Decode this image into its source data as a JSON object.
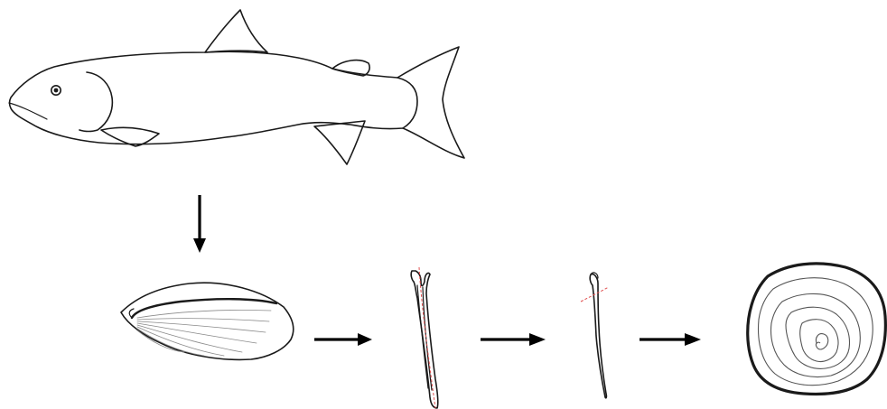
{
  "diagram": {
    "type": "process-flow",
    "steps": [
      "fish",
      "pectoral-fin",
      "fin-ray-sectioned",
      "fin-ray-cut",
      "ray-cross-section-with-annuli"
    ],
    "colors": {
      "outline": "#1a1a1a",
      "arrow": "#000000",
      "cut_line": "#e05050",
      "annulus": "#555555"
    },
    "icons": [
      "fish-outline",
      "fin-outline",
      "fin-ray",
      "fin-ray-cut",
      "annuli-cross-section",
      "arrow-down",
      "arrow-right"
    ]
  }
}
